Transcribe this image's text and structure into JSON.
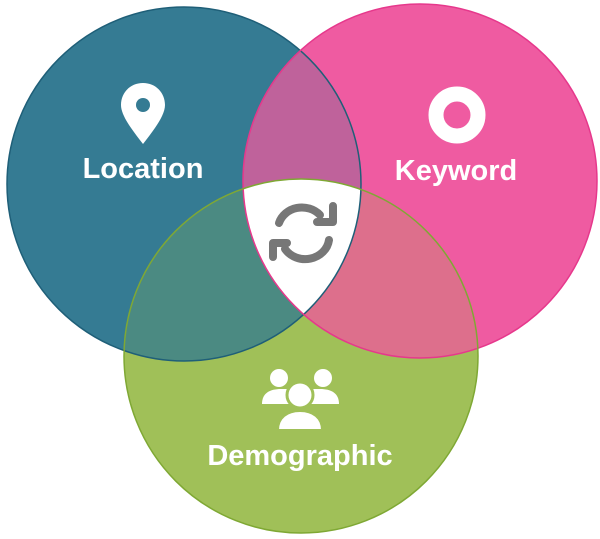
{
  "diagram": {
    "type": "venn",
    "sets": [
      {
        "id": "location",
        "label": "Location",
        "icon": "map-pin-icon",
        "color": "#357b93",
        "stroke": "#1f5f78"
      },
      {
        "id": "keyword",
        "label": "Keyword",
        "icon": "ring-icon",
        "color": "#ef5ba1",
        "stroke": "#e6388c"
      },
      {
        "id": "demographic",
        "label": "Demographic",
        "icon": "people-group-icon",
        "color": "#a0c058",
        "stroke": "#7fa834"
      }
    ],
    "overlaps": {
      "location_keyword": "#bf629b",
      "location_demographic": "#4b8a82",
      "keyword_demographic": "#dd6f8c",
      "center": "#ffffff"
    },
    "center_icon": "sync-icon",
    "center_icon_color": "#777777"
  }
}
